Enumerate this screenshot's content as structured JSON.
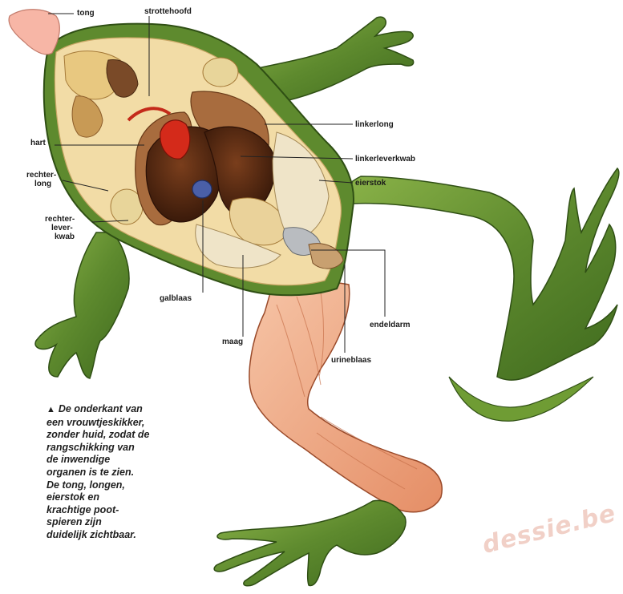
{
  "labels": {
    "tong": "tong",
    "strottehoofd": "strottehoofd",
    "linkerlong": "linkerlong",
    "linkerleverkwab": "linkerleverkwab",
    "eierstok": "eierstok",
    "hart": "hart",
    "rechterlong_1": "rechter-",
    "rechterlong_2": "long",
    "rechterleverkwab_1": "rechter-",
    "rechterleverkwab_2": "lever-",
    "rechterleverkwab_3": "kwab",
    "galblaas": "galblaas",
    "maag": "maag",
    "endeldarm": "endeldarm",
    "urineblaas": "urineblaas"
  },
  "caption": {
    "marker": "▲",
    "line1": "De onderkant van",
    "line2": "een vrouwtjeskikker,",
    "line3": "zonder huid, zodat de",
    "line4": "rangschikking van",
    "line5": "de inwendige",
    "line6": "organen is te zien.",
    "line7": "De tong, longen,",
    "line8": "eierstok en",
    "line9": "krachtige poot-",
    "line10": "spieren zijn",
    "line11": "duidelijk zichtbaar."
  },
  "watermark": "dessie.be",
  "colors": {
    "skin": "#5e8a2e",
    "skin_light": "#9cbf55",
    "muscle": "#f1b090",
    "cavity": "#f2dca6",
    "liver": "#4a2412",
    "lung": "#a86c3e",
    "heart": "#d42a1a",
    "tongue": "#f7b6a6"
  }
}
